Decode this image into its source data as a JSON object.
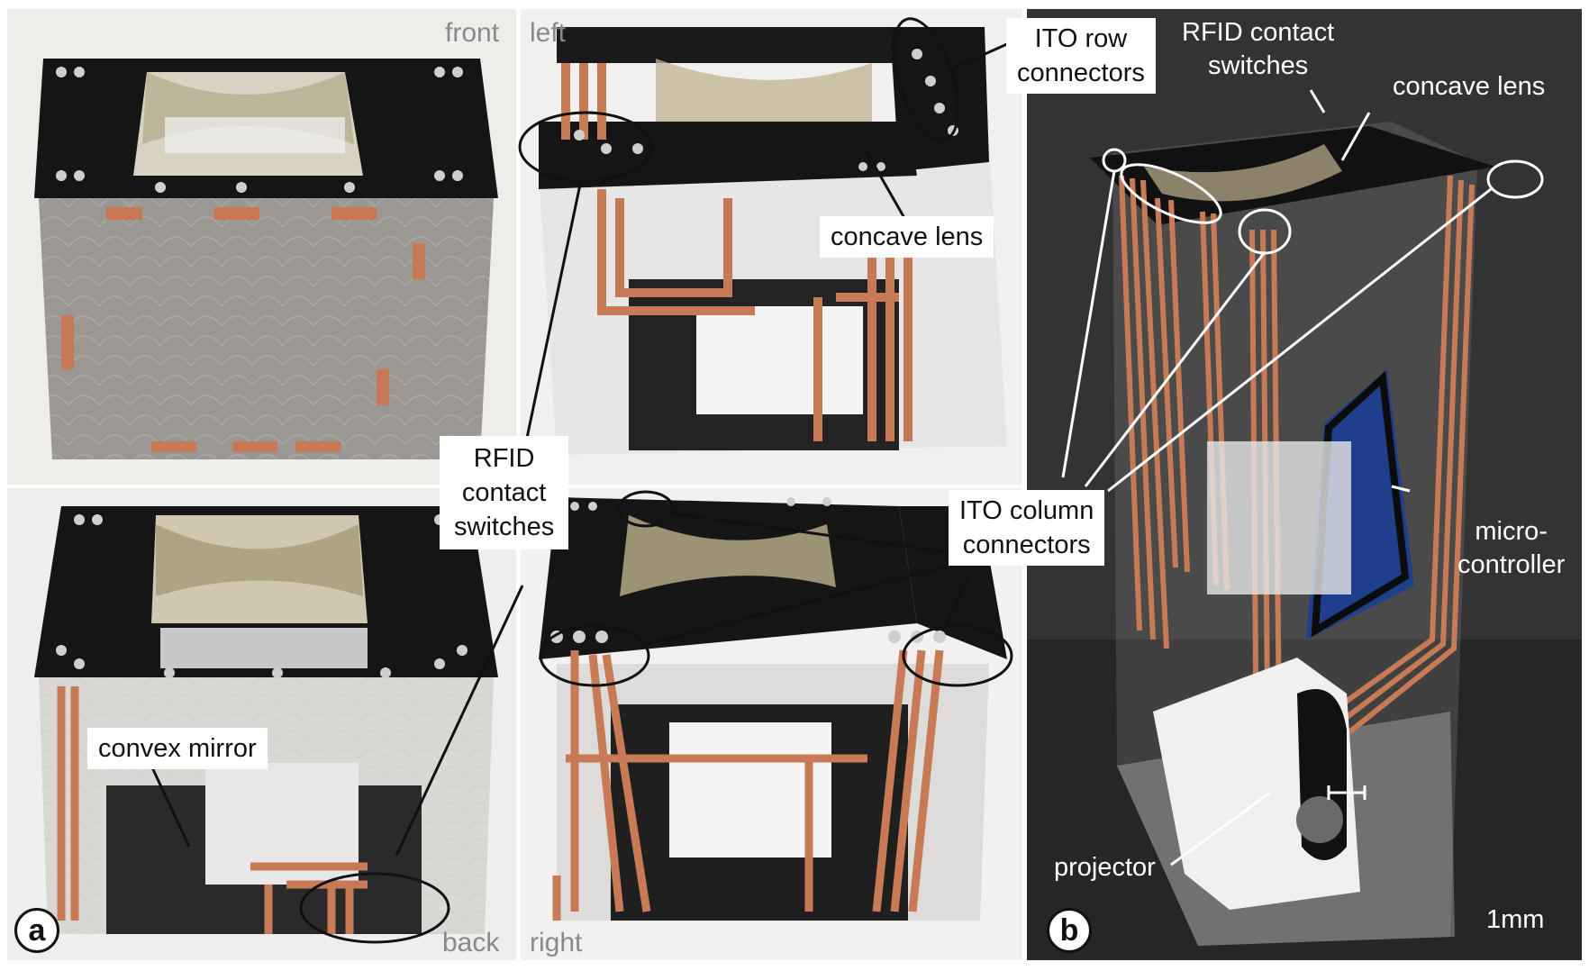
{
  "figure": {
    "panel_a_letter": "a",
    "panel_b_letter": "b",
    "views": {
      "front": "front",
      "left": "left",
      "back": "back",
      "right": "right"
    },
    "callouts": {
      "ito_row": [
        "ITO row",
        "connectors"
      ],
      "rfid_top": [
        "RFID contact",
        "switches"
      ],
      "concave_lens_b": "concave lens",
      "concave_lens_a": "concave lens",
      "rfid_center": [
        "RFID",
        "contact",
        "switches"
      ],
      "ito_column": [
        "ITO column",
        "connectors"
      ],
      "micro_controller": [
        "micro-",
        "controller"
      ],
      "convex_mirror": "convex mirror",
      "projector": "projector",
      "scale": "1mm"
    },
    "colors": {
      "background": "#ffffff",
      "acrylic_frame": "#111111",
      "copper_tape": "#c77a55",
      "photo_b_background": "#2e2e2e"
    }
  }
}
